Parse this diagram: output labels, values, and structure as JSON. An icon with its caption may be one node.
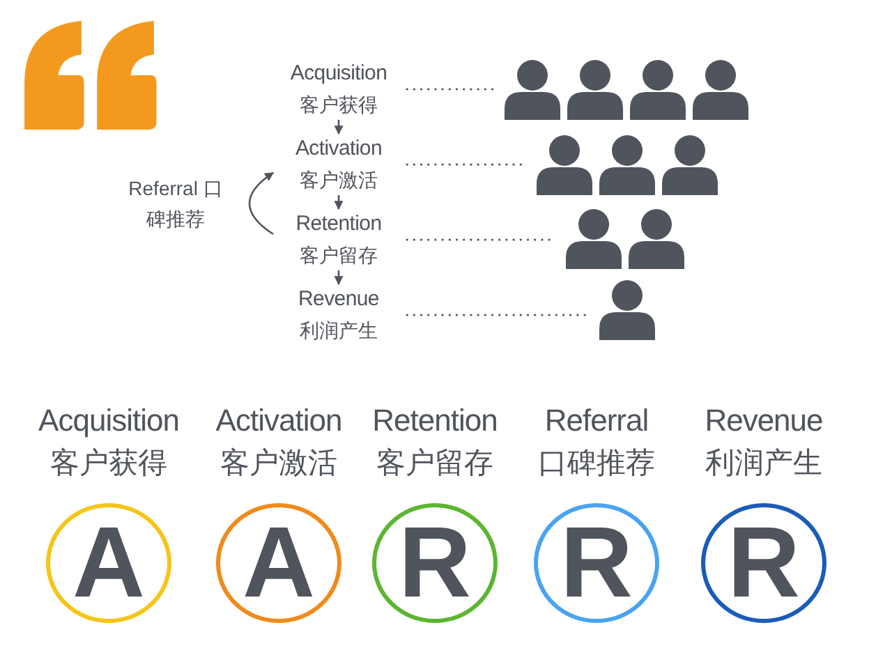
{
  "diagram": {
    "nodes": [
      {
        "text": [
          "Acquisition",
          "客户获得"
        ]
      },
      {
        "text": [
          "Activation",
          "客户激活"
        ]
      },
      {
        "text": [
          "Retention",
          "客户留存"
        ]
      },
      {
        "text": [
          "Revenue",
          "利润产生"
        ]
      },
      {
        "text": [],
        "shape": "person"
      },
      {
        "text": [],
        "shape": "person"
      },
      {
        "text": [],
        "shape": "person"
      },
      {
        "text": [],
        "shape": "person"
      },
      {
        "text": [
          "Acquisition",
          "客户获得",
          "A"
        ]
      },
      {
        "text": [
          "Activation",
          "客户激活",
          "A"
        ]
      },
      {
        "text": [
          "Retention",
          "客户留存",
          "R"
        ]
      },
      {
        "text": [
          "Referral",
          "口碑推荐",
          "R"
        ]
      },
      {
        "text": [
          "Revenue",
          "利润产生",
          "R"
        ]
      }
    ],
    "edges": [
      {
        "from": 0,
        "to": 1,
        "arrow": "to"
      },
      {
        "from": 1,
        "to": 2,
        "arrow": "to"
      },
      {
        "from": 2,
        "to": 3,
        "arrow": "to"
      },
      {
        "from": 2,
        "to": 1,
        "arrow": "to",
        "label": "Referral 口碑推荐"
      },
      {
        "from": 0,
        "to": 4,
        "arrow": "none",
        "style": "dashed"
      },
      {
        "from": 1,
        "to": 5,
        "arrow": "none",
        "style": "dashed"
      },
      {
        "from": 2,
        "to": 6,
        "arrow": "none",
        "style": "dashed"
      },
      {
        "from": 3,
        "to": 7,
        "arrow": "none",
        "style": "dashed"
      }
    ]
  }
}
